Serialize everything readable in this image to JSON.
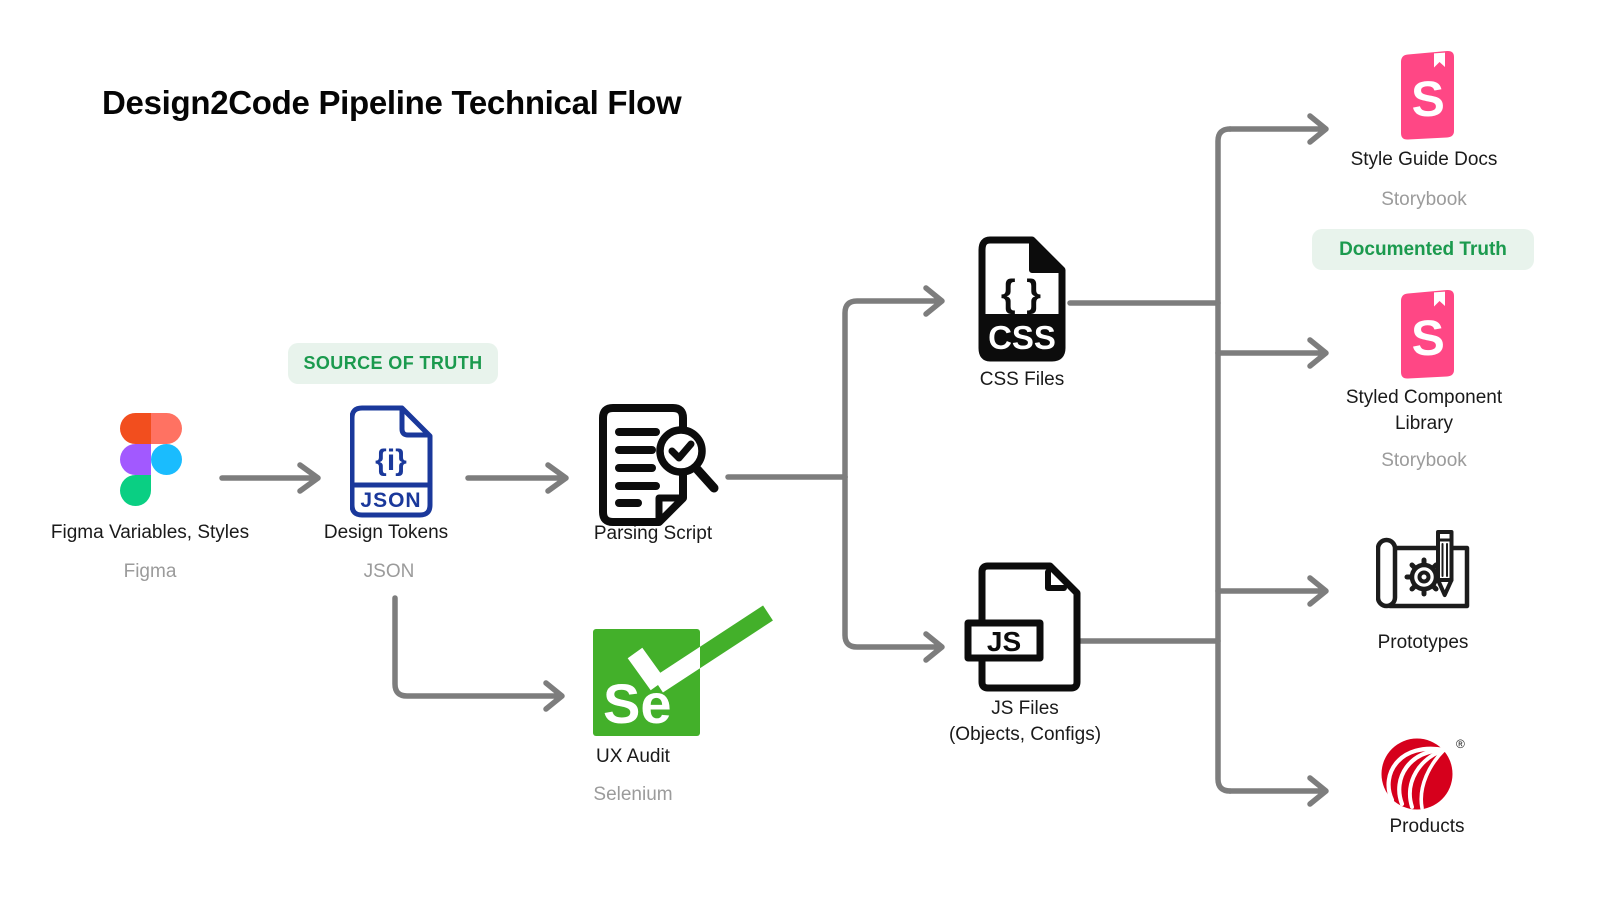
{
  "title": "Design2Code Pipeline Technical Flow",
  "badges": {
    "source_of_truth": "SOURCE OF TRUTH",
    "documented_truth": "Documented Truth"
  },
  "nodes": {
    "figma": {
      "label": "Figma Variables, Styles",
      "sublabel": "Figma"
    },
    "design_tokens": {
      "label": "Design Tokens",
      "sublabel": "JSON",
      "icon_brace_text": "{i}",
      "icon_format_text": "JSON"
    },
    "parsing_script": {
      "label": "Parsing Script"
    },
    "ux_audit": {
      "label": "UX Audit",
      "sublabel": "Selenium",
      "icon_text": "Se"
    },
    "css_files": {
      "label": "CSS Files",
      "icon_brace_text": "{ }",
      "icon_format_text": "CSS"
    },
    "js_files": {
      "label": "JS Files",
      "sublabel_parenthetical": "(Objects, Configs)",
      "icon_format_text": "JS"
    },
    "style_guide_docs": {
      "label": "Style Guide Docs",
      "sublabel": "Storybook",
      "icon_text": "S"
    },
    "styled_component_library": {
      "label": "Styled Component Library",
      "sublabel": "Storybook",
      "icon_text": "S"
    },
    "prototypes": {
      "label": "Prototypes"
    },
    "products": {
      "label": "Products",
      "icon_trademark": "®"
    }
  },
  "colors": {
    "connector_gray": "#7d7d7d",
    "badge_bg": "#e8f3ec",
    "badge_text": "#1b9a4e",
    "json_navy": "#1a389b",
    "selenium_green": "#43B02A",
    "storybook_pink": "#FF4785",
    "lexisnexis_red": "#D6001C",
    "figma_orange": "#F24E1E",
    "figma_salmon": "#FF7262",
    "figma_purple": "#A259FF",
    "figma_blue": "#1ABCFE",
    "figma_green": "#0ACF83"
  }
}
